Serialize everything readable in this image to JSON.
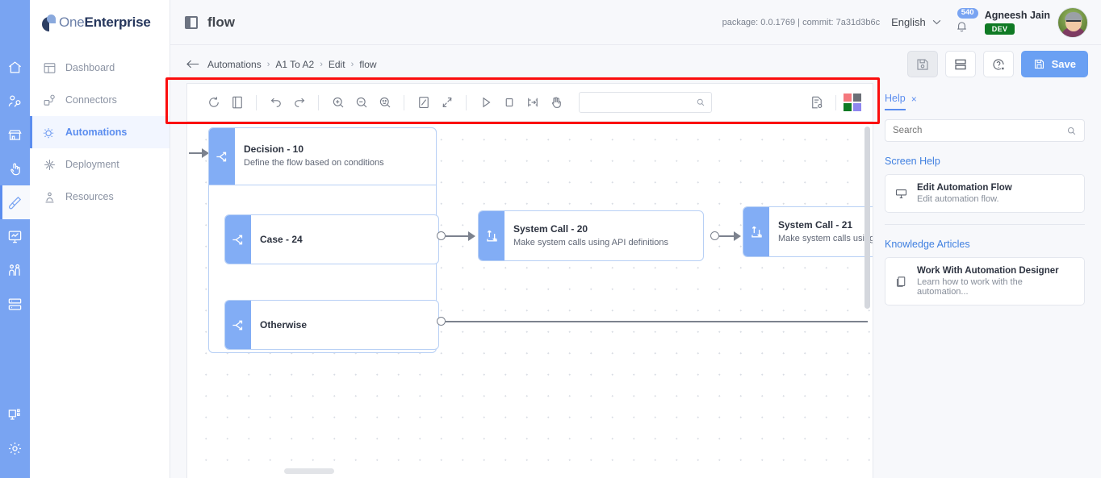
{
  "brand": {
    "name_light": "One",
    "name_bold": "Enterprise"
  },
  "rail": {
    "items": [
      {
        "name": "home-icon",
        "label": "Home"
      },
      {
        "name": "users-icon",
        "label": "Users"
      },
      {
        "name": "store-icon",
        "label": "Store"
      },
      {
        "name": "click-hand-icon",
        "label": "Interactions"
      },
      {
        "name": "brush-icon",
        "label": "Designer"
      },
      {
        "name": "monitor-chart-icon",
        "label": "Monitoring"
      },
      {
        "name": "people-pair-icon",
        "label": "People"
      },
      {
        "name": "server-icon",
        "label": "Servers"
      }
    ],
    "bottom": [
      {
        "name": "desktop-apps-icon",
        "label": "Apps"
      },
      {
        "name": "gear-icon",
        "label": "Settings"
      }
    ],
    "active_index": 4,
    "bg_color": "#79a4f2"
  },
  "sidebar": {
    "items": [
      {
        "label": "Dashboard",
        "icon": "dashboard-icon"
      },
      {
        "label": "Connectors",
        "icon": "connectors-icon"
      },
      {
        "label": "Automations",
        "icon": "automations-icon"
      },
      {
        "label": "Deployment",
        "icon": "deployment-icon"
      },
      {
        "label": "Resources",
        "icon": "resources-icon"
      }
    ],
    "active_index": 2,
    "active_color": "#5b8def"
  },
  "header": {
    "title": "flow",
    "package_info": "package: 0.0.1769 | commit: 7a31d3b6c",
    "language": "English",
    "notification_count": "540",
    "user_name": "Agneesh Jain",
    "user_env": "DEV"
  },
  "breadcrumb": {
    "items": [
      "Automations",
      "A1 To A2",
      "Edit",
      "flow"
    ],
    "separator": "›"
  },
  "actions": {
    "save_as_label": "Save As",
    "layout_label": "Layout",
    "help_label": "Help",
    "save_label": "Save",
    "save_color": "#6aa0f3"
  },
  "designer_toolbar": {
    "buttons": [
      {
        "name": "reset-icon",
        "label": "Reset"
      },
      {
        "name": "page-icon",
        "label": "Page"
      },
      {
        "name": "undo-icon",
        "label": "Undo"
      },
      {
        "name": "redo-icon",
        "label": "Redo"
      },
      {
        "name": "zoom-in-icon",
        "label": "Zoom In"
      },
      {
        "name": "zoom-out-icon",
        "label": "Zoom Out"
      },
      {
        "name": "zoom-reset-icon",
        "label": "Zoom Reset"
      },
      {
        "name": "fit-screen-icon",
        "label": "Fit To Screen"
      },
      {
        "name": "collapse-icon",
        "label": "Collapse"
      },
      {
        "name": "run-icon",
        "label": "Run"
      },
      {
        "name": "stop-icon",
        "label": "Stop"
      },
      {
        "name": "step-icon",
        "label": "Step"
      },
      {
        "name": "pan-hand-icon",
        "label": "Pan"
      }
    ],
    "search_value": "",
    "search_placeholder": "",
    "right_buttons": [
      {
        "name": "properties-icon",
        "label": "Properties"
      }
    ],
    "swatches": [
      "#f4787d",
      "#6b6f76",
      "#0f7a24",
      "#8e86ef"
    ]
  },
  "canvas": {
    "nodes": [
      {
        "id": "decision-10",
        "title": "Decision - 10",
        "subtitle": "Define the flow based on conditions",
        "icon": "decision-branch-icon"
      },
      {
        "id": "case-24",
        "title": "Case - 24",
        "subtitle": "",
        "icon": "decision-branch-icon"
      },
      {
        "id": "otherwise",
        "title": "Otherwise",
        "subtitle": "",
        "icon": "decision-branch-icon"
      },
      {
        "id": "system-call-20",
        "title": "System Call - 20",
        "subtitle": "Make system calls using API definitions",
        "icon": "system-call-icon"
      },
      {
        "id": "system-call-21",
        "title": "System Call - 21",
        "subtitle": "Make system calls using API definitions",
        "icon": "system-call-icon"
      }
    ],
    "node_accent": "#82adf5",
    "node_border": "#b8d0f5"
  },
  "help_panel": {
    "tab_label": "Help",
    "close_label": "×",
    "search_value": "",
    "search_placeholder": "Search",
    "sections": [
      {
        "heading": "Screen Help",
        "cards": [
          {
            "title": "Edit Automation Flow",
            "subtitle": "Edit automation flow.",
            "icon": "screen-help-icon"
          }
        ]
      },
      {
        "heading": "Knowledge Articles",
        "cards": [
          {
            "title": "Work With Automation Designer",
            "subtitle": "Learn how to work with the automation...",
            "icon": "article-icon"
          }
        ]
      }
    ],
    "link_color": "#3f7fe0"
  },
  "annotation": {
    "color": "#fb0d0d"
  }
}
